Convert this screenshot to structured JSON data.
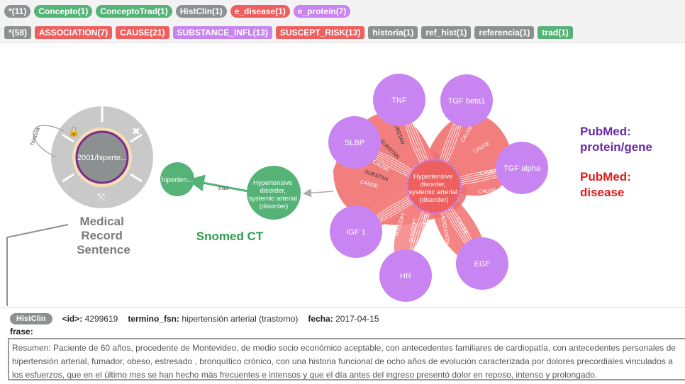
{
  "node_labels": [
    {
      "text": "*(11)",
      "color": "#8d9091",
      "name": "label-all"
    },
    {
      "text": "Concepto(1)",
      "color": "#55b378",
      "name": "label-concepto"
    },
    {
      "text": "ConceptoTrad(1)",
      "color": "#55b378",
      "name": "label-conceptotrad"
    },
    {
      "text": "HistClin(1)",
      "color": "#8d9091",
      "name": "label-histclin"
    },
    {
      "text": "e_disease(1)",
      "color": "#ee5f5f",
      "name": "label-e-disease"
    },
    {
      "text": "e_protein(7)",
      "color": "#c884f0",
      "name": "label-e-protein"
    }
  ],
  "rel_types": [
    {
      "text": "*(58)",
      "color": "#8d9091",
      "name": "rel-all"
    },
    {
      "text": "ASSOCIATION(7)",
      "color": "#ee5f5f",
      "name": "rel-association"
    },
    {
      "text": "CAUSE(21)",
      "color": "#ee5f5f",
      "name": "rel-cause"
    },
    {
      "text": "SUBSTANCE_INFL(13)",
      "color": "#c884f0",
      "name": "rel-substance-infl"
    },
    {
      "text": "SUSCEPT_RISK(13)",
      "color": "#ee5f5f",
      "name": "rel-suscept-risk"
    },
    {
      "text": "historia(1)",
      "color": "#8d9091",
      "name": "rel-historia"
    },
    {
      "text": "ref_hist(1)",
      "color": "#8d9091",
      "name": "rel-ref-hist"
    },
    {
      "text": "referencia(1)",
      "color": "#8d9091",
      "name": "rel-referencia"
    },
    {
      "text": "trad(1)",
      "color": "#55b378",
      "name": "rel-trad"
    }
  ],
  "graph": {
    "record_node": "2001/hiperte...",
    "concept_node": "hiperten...",
    "snomed_node": [
      "Hypertensive",
      "disorder,",
      "systemic arterial",
      "(disorder)"
    ],
    "disease_node": [
      "Hypertensive",
      "disorder,",
      "systemic arterial",
      "(disorder)"
    ],
    "proteins": [
      "TNF",
      "TGF beta1",
      "SLBP",
      "TGF alpha",
      "IGF 1",
      "EGF",
      "HR"
    ],
    "edge_historia": "historia",
    "edge_trad": "trad",
    "edge_cause": "CAUSE",
    "edge_substance": "SUBSTAN",
    "edge_suscept": "SUSCEPT",
    "edge_association": "ASSOCIATION"
  },
  "annotations": {
    "medical_record": [
      "Medical",
      "Record",
      "Sentence"
    ],
    "snomed": "Snomed CT",
    "pubmed_protein": [
      "PubMed:",
      "protein/gene"
    ],
    "pubmed_disease": [
      "PubMed:",
      "disease"
    ]
  },
  "colors": {
    "gray": "#8d9091",
    "green": "#55b378",
    "red": "#ee5f5f",
    "purple": "#c884f0",
    "annot_gray": "#7b7b7b",
    "annot_green": "#2e9e4f",
    "annot_purple": "#6a2aa8",
    "annot_red": "#e31a1a"
  },
  "details": {
    "label": "HistClin",
    "id_key": "<id>:",
    "id_val": "4299619",
    "fsn_key": "termino_fsn:",
    "fsn_val": "hipertensión arterial (trastorno)",
    "fecha_key": "fecha:",
    "fecha_val": "2017-04-15",
    "frase_key": "frase:",
    "frase_val": "Resumen: Paciente de 60 años, procedente de Montevideo, de medio socio económico aceptable, con antecedentes familiares de cardiopatía, con antecedentes personales de hipertensión arterial, fumador, obeso, estresado , bronquítico crónico, con una historia funcional de ocho años de evolución caracterizada por dolores precordiales vinculados a los esfuerzos, que en el último mes se han hecho más frecuentes e intensos y que el día antes del ingreso presentó dolor en reposo, intenso y prolongado."
  }
}
